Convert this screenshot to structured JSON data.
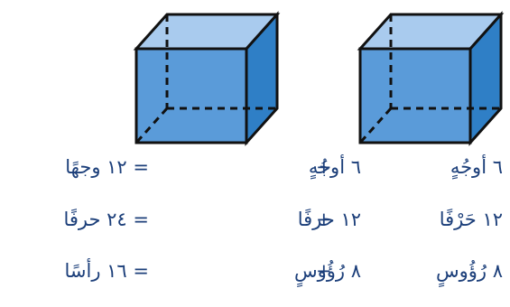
{
  "colors": {
    "cube_front": "#5a9bd9",
    "cube_top": "#a9cbee",
    "cube_side": "#2f7fc6",
    "edge": "#111111",
    "text": "#1c3f7a"
  },
  "rows": [
    {
      "first": "٦ أوجُهٍ",
      "plus": "+",
      "second": "٦ أوجُهٍ",
      "total": "= ١٢ وجهًا"
    },
    {
      "first": "١٢ حَرْفًا",
      "plus": "+",
      "second": "١٢ حرفًا",
      "total": "= ٢٤ حرفًا"
    },
    {
      "first": "٨ رُؤُوسٍ",
      "plus": "+",
      "second": "٨ رُؤُوسٍ",
      "total": "= ١٦ رأسًا"
    }
  ]
}
